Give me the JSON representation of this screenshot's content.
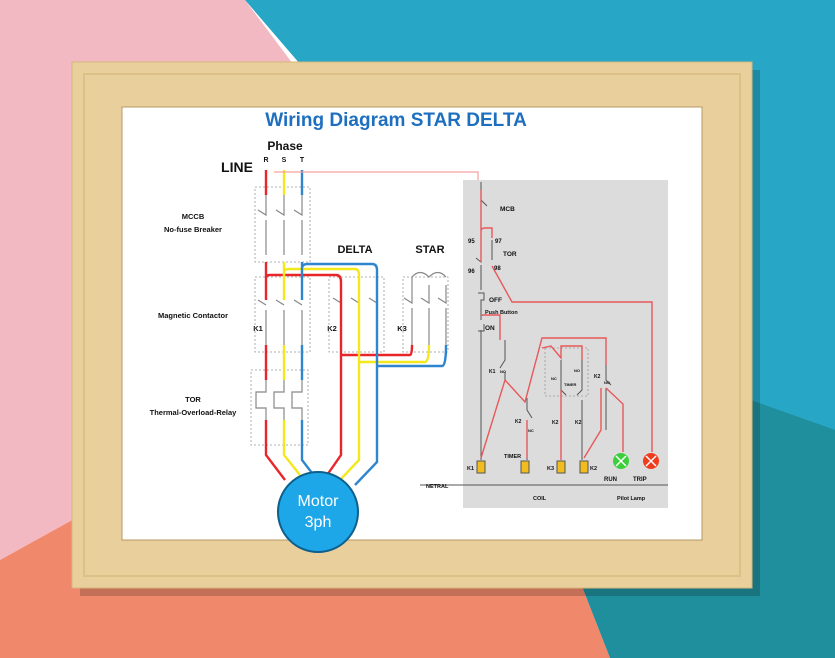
{
  "title": "Wiring Diagram STAR DELTA",
  "power": {
    "phase_label": "Phase",
    "line_label": "LINE",
    "phases": [
      "R",
      "S",
      "T"
    ],
    "mccb_label": "MCCB",
    "mccb_sub": "No-fuse Breaker",
    "contactor_label": "Magnetic Contactor",
    "tor_label": "TOR",
    "tor_sub": "Thermal-Overload-Relay",
    "delta_label": "DELTA",
    "star_label": "STAR",
    "k1": "K1",
    "k2": "K2",
    "k3": "K3",
    "motor_line1": "Motor",
    "motor_line2": "3ph"
  },
  "control": {
    "mcb": "MCB",
    "t95": "95",
    "t97": "97",
    "t96": "96",
    "t98": "98",
    "tor": "TOR",
    "off": "OFF",
    "push_button": "Push Button",
    "on": "ON",
    "k1_no": "K1",
    "no": "NO",
    "nc": "NC",
    "k2": "K2",
    "timer": "TIMER",
    "coil_k1": "K1",
    "coil_k3": "K3",
    "coil_k2": "K2",
    "run": "RUN",
    "trip": "TRIP",
    "neutral": "NETRAL",
    "coil": "COIL",
    "pilot_lamp": "Pilot Lamp"
  },
  "colors": {
    "r": "#e8262a",
    "s": "#f2e81c",
    "t": "#2f86cf",
    "title": "#1f6fc0",
    "motor": "#1ea7e8",
    "run": "#3ccf3c",
    "trip": "#f03c1c"
  }
}
